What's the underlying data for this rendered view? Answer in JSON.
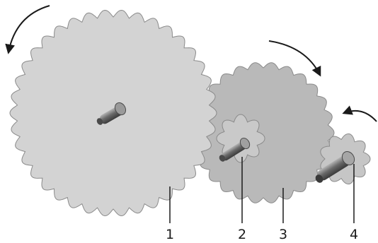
{
  "figure": {
    "callouts": [
      {
        "id": "1",
        "label": "1"
      },
      {
        "id": "2",
        "label": "2"
      },
      {
        "id": "3",
        "label": "3"
      },
      {
        "id": "4",
        "label": "4"
      }
    ],
    "rotation_arrows": [
      {
        "gear": "large-gear",
        "direction": "counterclockwise"
      },
      {
        "gear": "middle-gear",
        "direction": "clockwise"
      },
      {
        "gear": "small-gear",
        "direction": "counterclockwise"
      }
    ],
    "colors": {
      "gear_large": "#d3d3d3",
      "gear_middle": "#b9b9b9",
      "gear_small_pinion": "#c9c9c9",
      "gear_small_right": "#c6c6c6",
      "gear_stroke": "#8a8a8a",
      "shaft_dark": "#4a4a4a",
      "shaft_light": "#9c9c9c",
      "arrow": "#1a1a1a"
    }
  }
}
